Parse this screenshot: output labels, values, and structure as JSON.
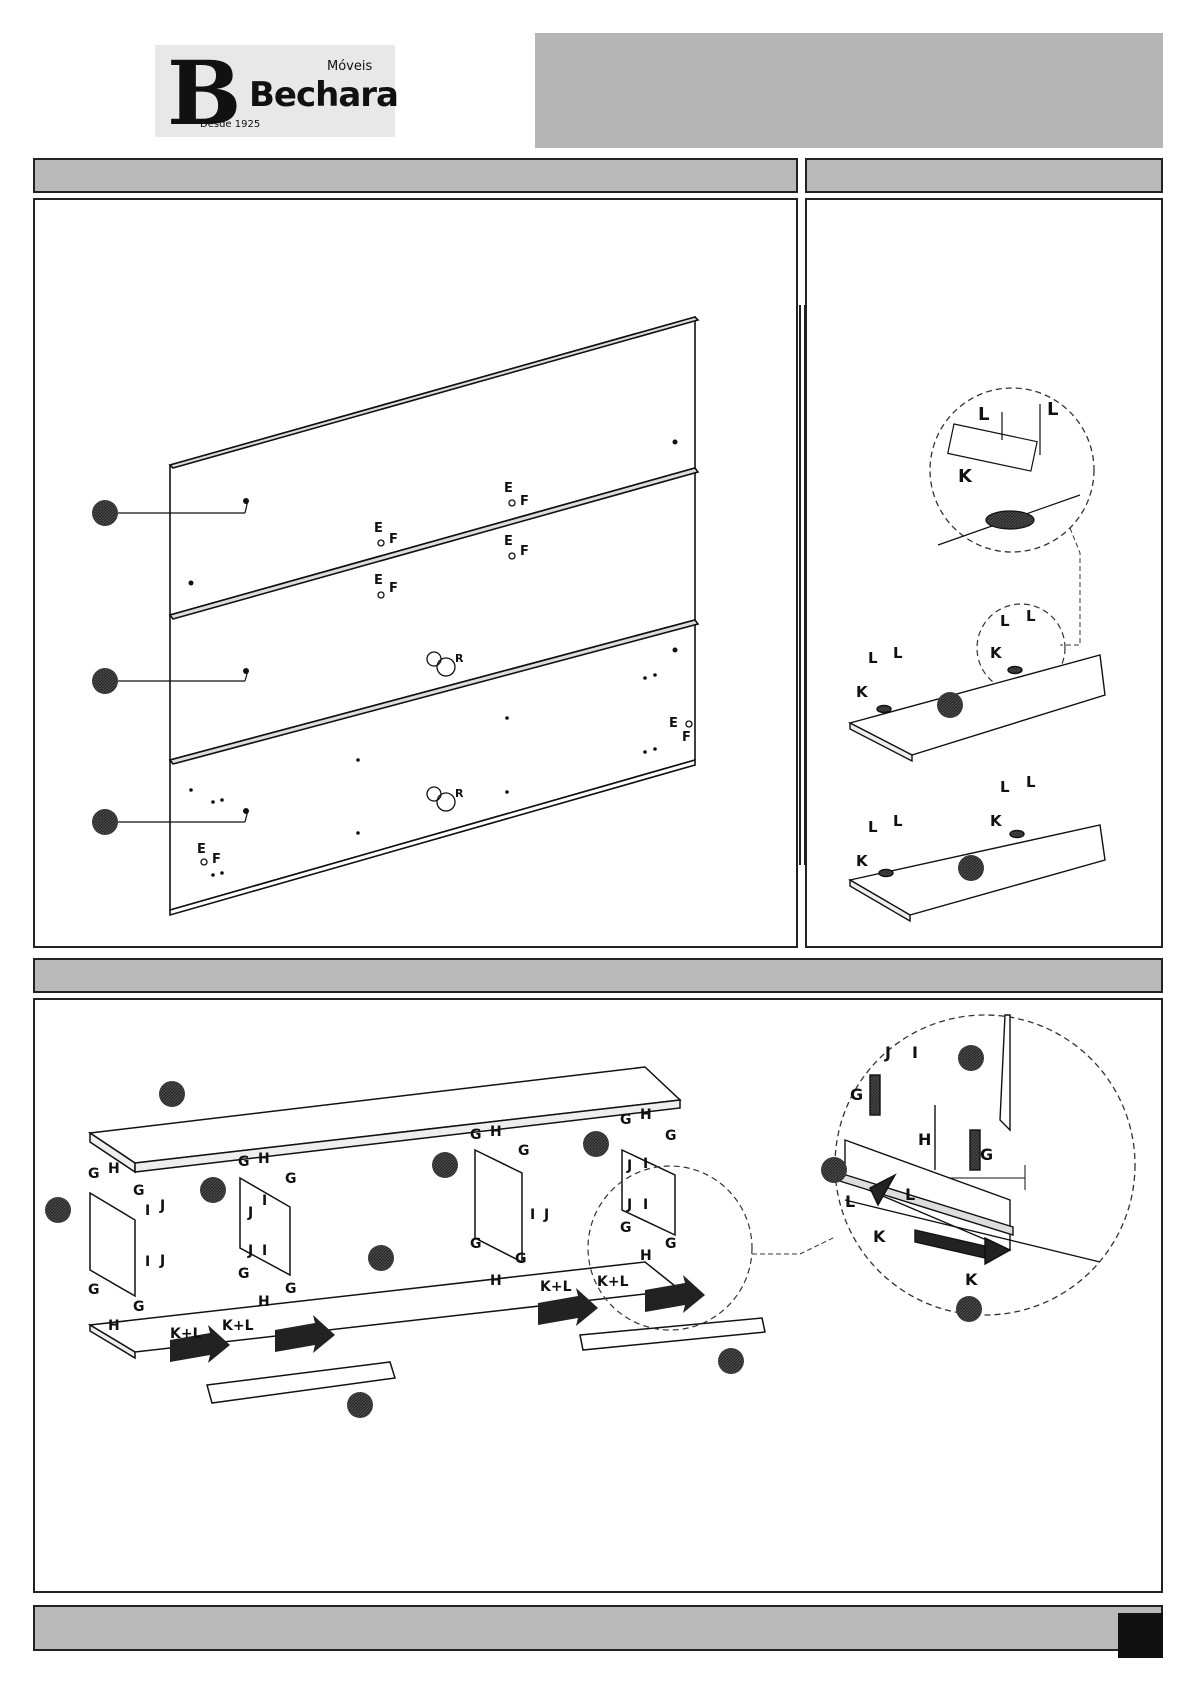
{
  "logo": {
    "brand": "Bechara",
    "sub": "Móveis",
    "since": "Desde 1925",
    "mark": "B"
  },
  "labels": {
    "E": "E",
    "F": "F",
    "R": "R",
    "K": "K",
    "L": "L",
    "G": "G",
    "H": "H",
    "I": "I",
    "J": "J",
    "KL": "K+L"
  },
  "colors": {
    "bar": "#b9b9b9",
    "ink": "#111111",
    "callout": "#3a3a3a"
  }
}
